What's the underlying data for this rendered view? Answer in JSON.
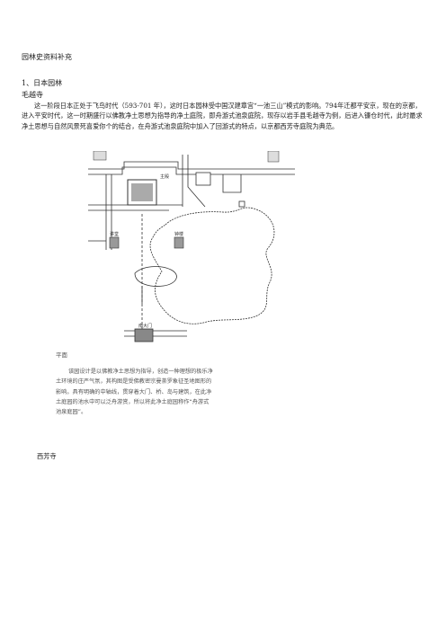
{
  "document": {
    "title": "园林史资料补充",
    "section": "1、日本园林",
    "subsection": "毛越寺",
    "paragraph": "这一阶段日本正处于飞鸟时代（593-701 年），这时日本园林受中国汉建章宫“一池三山”模式的影响。794年迁都平安京，现在的京都，进入平安时代，这一时期盛行以佛教净土思想为指导的净土庭院，即舟游式池泉庭院，现存以岩手县毛越寺为例，后进入镰仓时代，此时最求净土思想与自然风景死喜爱你个的结合，在舟游式池泉庭院中加入了回游式的特点，以京都西芳寺庭院为典范。",
    "figure": {
      "labels": {
        "main_hall": "主殿",
        "west_hall": "讲堂",
        "bell": "钟楼",
        "south_gate": "南大门"
      },
      "plan_label": "平面",
      "caption": "该园设计是以佛教净土思想为指导，创造一种理想的极乐净土环境的庄严气氛，其构图是受佛教密宗曼荼罗象征圣地图形的影响。具有明确的中轴线，贯穿着大门、桥、岛与建筑，在此净土庭园的池水中可以泛舟游赏，所以将此净土庭园称作“舟游式池泉庭园”。"
    },
    "next_heading": "西芳寺"
  }
}
